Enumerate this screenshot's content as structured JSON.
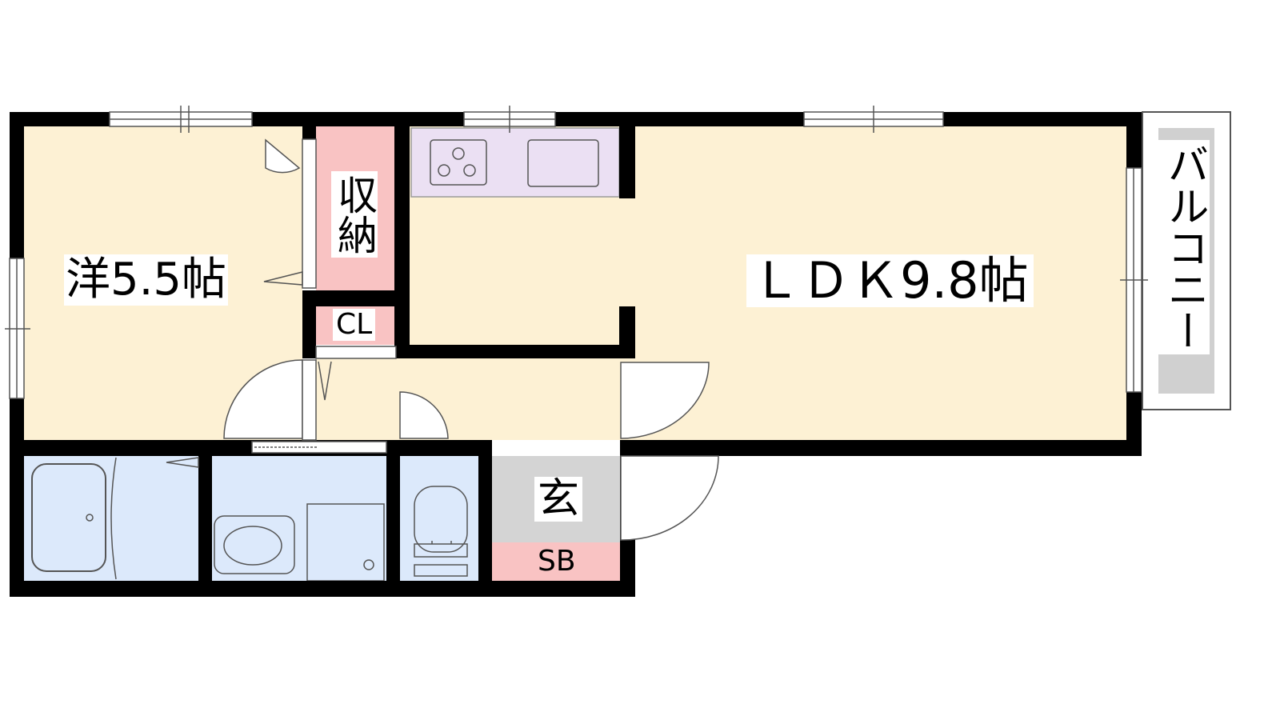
{
  "rooms": {
    "western_room": {
      "label": "洋5.5帖"
    },
    "storage": {
      "label": "収納"
    },
    "closet": {
      "label": "CL"
    },
    "ldk": {
      "label": "ＬＤＫ9.8帖"
    },
    "balcony": {
      "label": "バルコニー"
    },
    "entrance": {
      "label": "玄"
    },
    "shoe_box": {
      "label": "SB"
    }
  },
  "colors": {
    "room_floor": "#fdf1d4",
    "wet_area": "#dce9fb",
    "storage": "#f9c3c3",
    "kitchen": "#ebe0f3",
    "entrance": "#d4d4d4",
    "balcony": "#d0d0d0",
    "wall": "#000000"
  }
}
